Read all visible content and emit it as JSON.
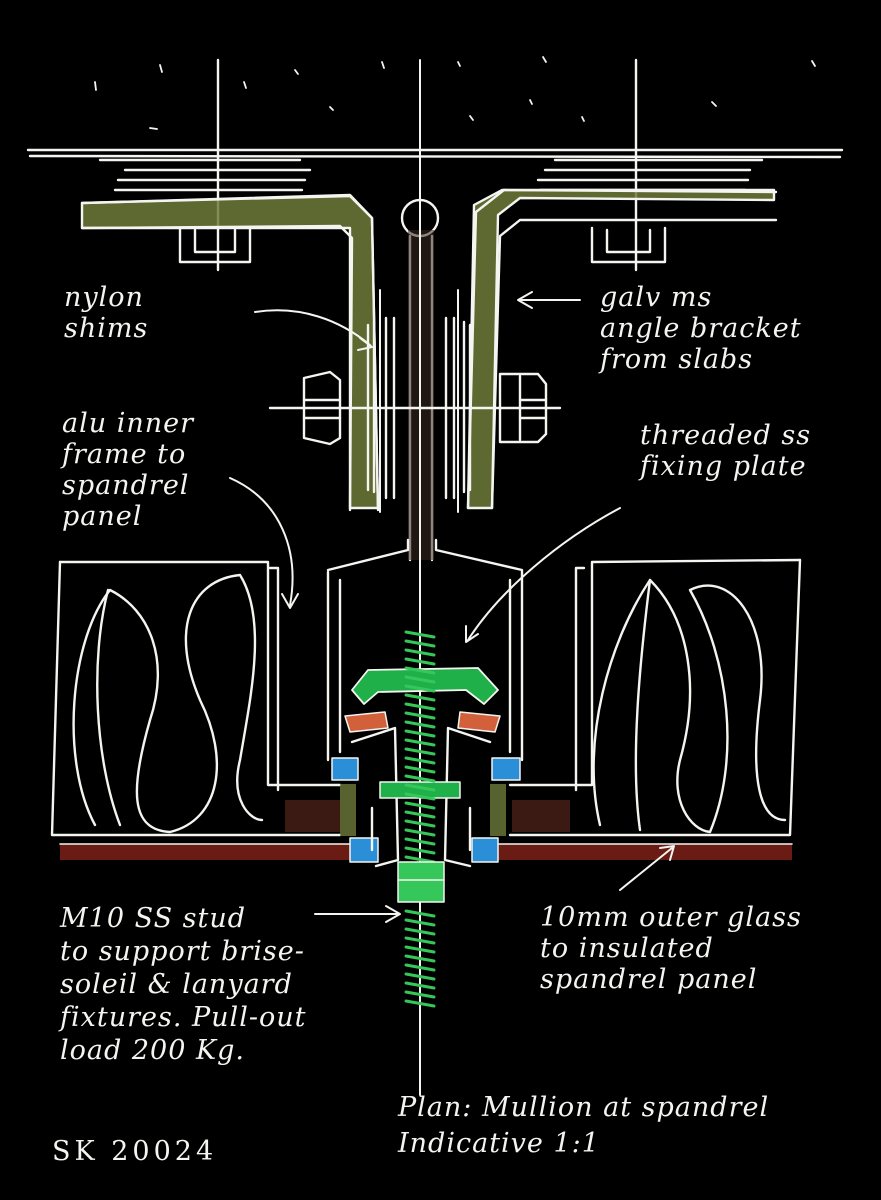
{
  "annotations": {
    "nylon_shims": "nylon\nshims",
    "angle_bracket": "galv ms\nangle bracket\nfrom slabs",
    "inner_frame": "alu inner\nframe to\nspandrel\npanel",
    "fixing_plate": "threaded ss\nfixing plate",
    "stud": "M10 SS stud\nto support brise-\nsoleil & lanyard\nfixtures. Pull-out\nload 200 Kg.",
    "outer_glass": "10mm outer glass\nto insulated\nspandrel panel",
    "plan_title": "Plan: Mullion at spandrel\nIndicative 1:1",
    "sketch_no": "SK 20024"
  },
  "colors": {
    "background": "#000000",
    "ink": "#f4f4f0",
    "bracket": "#6e7a3a",
    "fixing_plate": "#1fb04a",
    "stud": "#35c759",
    "clips": "#2a8fd6",
    "gasket": "#d2603a",
    "glass": "#6a1c14",
    "frame_core": "#5a4634"
  }
}
